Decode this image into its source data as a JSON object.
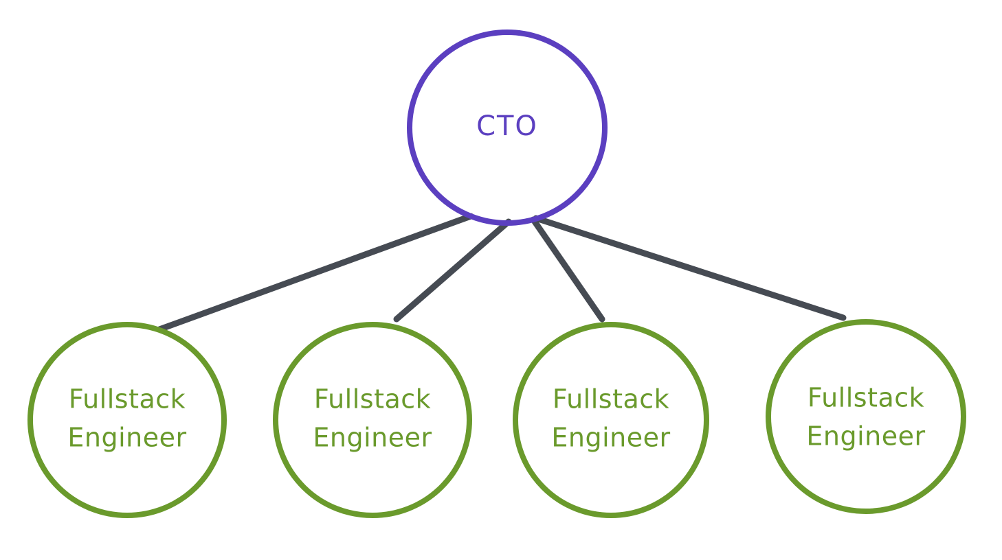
{
  "colors": {
    "manager_stroke": "#5b3fc0",
    "engineer_stroke": "#6a9a2c",
    "connector": "#464b53",
    "background": "#ffffff"
  },
  "root": {
    "label": "CTO"
  },
  "children": [
    {
      "line1": "Fullstack",
      "line2": "Engineer"
    },
    {
      "line1": "Fullstack",
      "line2": "Engineer"
    },
    {
      "line1": "Fullstack",
      "line2": "Engineer"
    },
    {
      "line1": "Fullstack",
      "line2": "Engineer"
    }
  ]
}
